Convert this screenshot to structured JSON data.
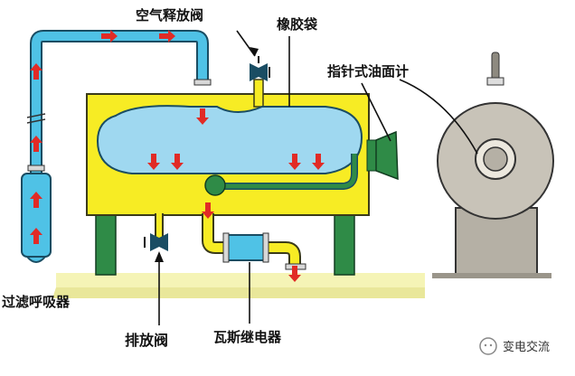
{
  "labels": {
    "air_release_valve": "空气释放阀",
    "rubber_bag": "橡胶袋",
    "dial_oil_gauge": "指针式油面计",
    "breather": "过滤呼吸器",
    "drain_valve": "排放阀",
    "buchholz_relay": "瓦斯继电器"
  },
  "watermark": {
    "text": "变电交流"
  },
  "colors": {
    "tank_yellow": "#f7ec24",
    "oil_blue": "#9fd8f0",
    "pipe_blue": "#4fc2e6",
    "arrow_red": "#e12b26",
    "stand_green": "#2f8b47",
    "ground": "#f5f4b6",
    "gauge_gray": "#b5b0a5"
  }
}
